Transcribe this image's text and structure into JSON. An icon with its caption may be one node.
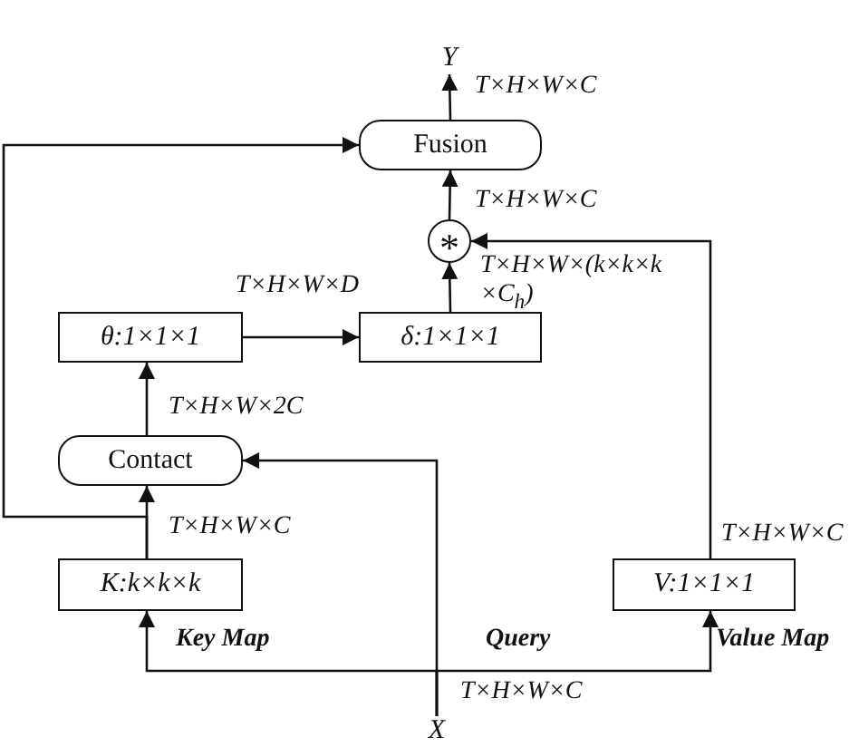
{
  "diagram": {
    "nodes": [
      {
        "text": [
          "Y"
        ]
      },
      {
        "text": [
          "Fusion"
        ]
      },
      {
        "text": [
          "*"
        ]
      },
      {
        "text": [
          "θ:1×1×1"
        ]
      },
      {
        "text": [
          "δ:1×1×1"
        ]
      },
      {
        "text": [
          "Contact"
        ]
      },
      {
        "text": [
          "K:k×k×k"
        ]
      },
      {
        "text": [
          "V:1×1×1"
        ]
      },
      {
        "text": [
          "X"
        ]
      }
    ],
    "edges": [
      {
        "from": 1,
        "to": 0,
        "arrow": "to"
      },
      {
        "from": 2,
        "to": 1,
        "arrow": "to"
      },
      {
        "from": 4,
        "to": 2,
        "arrow": "to"
      },
      {
        "from": 3,
        "to": 4,
        "arrow": "to"
      },
      {
        "from": 5,
        "to": 3,
        "arrow": "to"
      },
      {
        "from": 6,
        "to": 5,
        "arrow": "to"
      },
      {
        "from": 6,
        "to": 1,
        "arrow": "to"
      },
      {
        "from": 7,
        "to": 2,
        "arrow": "to"
      },
      {
        "from": 8,
        "to": 5,
        "arrow": "to",
        "label": "Query"
      },
      {
        "from": 8,
        "to": 6,
        "arrow": "to",
        "label": "Key Map"
      },
      {
        "from": 8,
        "to": 7,
        "arrow": "to",
        "label": "Value Map"
      }
    ],
    "labels": [
      "T×H×W×C",
      "T×H×W×C",
      "T×H×W×(k×k×k ×C$_{h}$)",
      "T×H×W×D",
      "T×H×W×2C",
      "T×H×W×C",
      "T×H×W×C",
      "T×H×W×C"
    ]
  }
}
